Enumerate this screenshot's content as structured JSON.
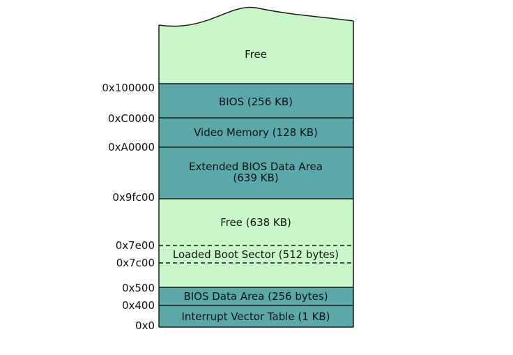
{
  "colors": {
    "free": "#c9f7c9",
    "reserved": "#5aa8a8",
    "stroke": "#1a1a1a",
    "text": "#111111"
  },
  "regions": [
    {
      "id": "free-top",
      "label": "Free",
      "kind": "free"
    },
    {
      "id": "bios",
      "label": "BIOS (256 KB)",
      "kind": "reserved"
    },
    {
      "id": "video-memory",
      "label": "Video Memory (128 KB)",
      "kind": "reserved"
    },
    {
      "id": "ebda",
      "label": "Extended BIOS Data Area",
      "label2": "(639 KB)",
      "kind": "reserved"
    },
    {
      "id": "free-638",
      "label": "Free (638 KB)",
      "kind": "free"
    },
    {
      "id": "boot-sector",
      "label": "Loaded Boot Sector (512 bytes)",
      "kind": "free"
    },
    {
      "id": "bda",
      "label": "BIOS Data Area (256 bytes)",
      "kind": "reserved"
    },
    {
      "id": "ivt",
      "label": "Interrupt Vector Table (1 KB)",
      "kind": "reserved"
    }
  ],
  "addresses": [
    "0x100000",
    "0xC0000",
    "0xA0000",
    "0x9fc00",
    "0x7e00",
    "0x7c00",
    "0x500",
    "0x400",
    "0x0"
  ]
}
